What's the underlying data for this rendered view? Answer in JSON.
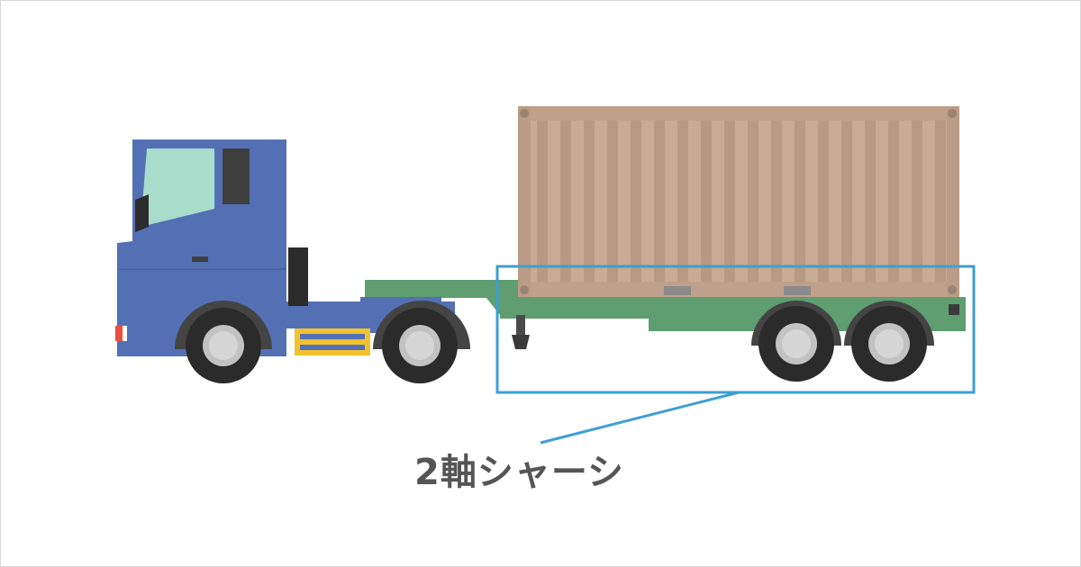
{
  "diagram": {
    "label": "2軸シャーシ"
  },
  "colors": {
    "cab": "#5470b5",
    "cab_dark": "#4a64a6",
    "window": "#a8dccb",
    "trailer": "#5e9e71",
    "container": "#c9aa93",
    "container_rib": "#b89a83",
    "highlight": "#3d9fd1",
    "tire": "#2b2b2b",
    "rim": "#c2c2c2",
    "step": "#f2c12e",
    "label": "#555555"
  },
  "icons": [
    "tractor-cab",
    "container",
    "chassis",
    "wheel"
  ]
}
